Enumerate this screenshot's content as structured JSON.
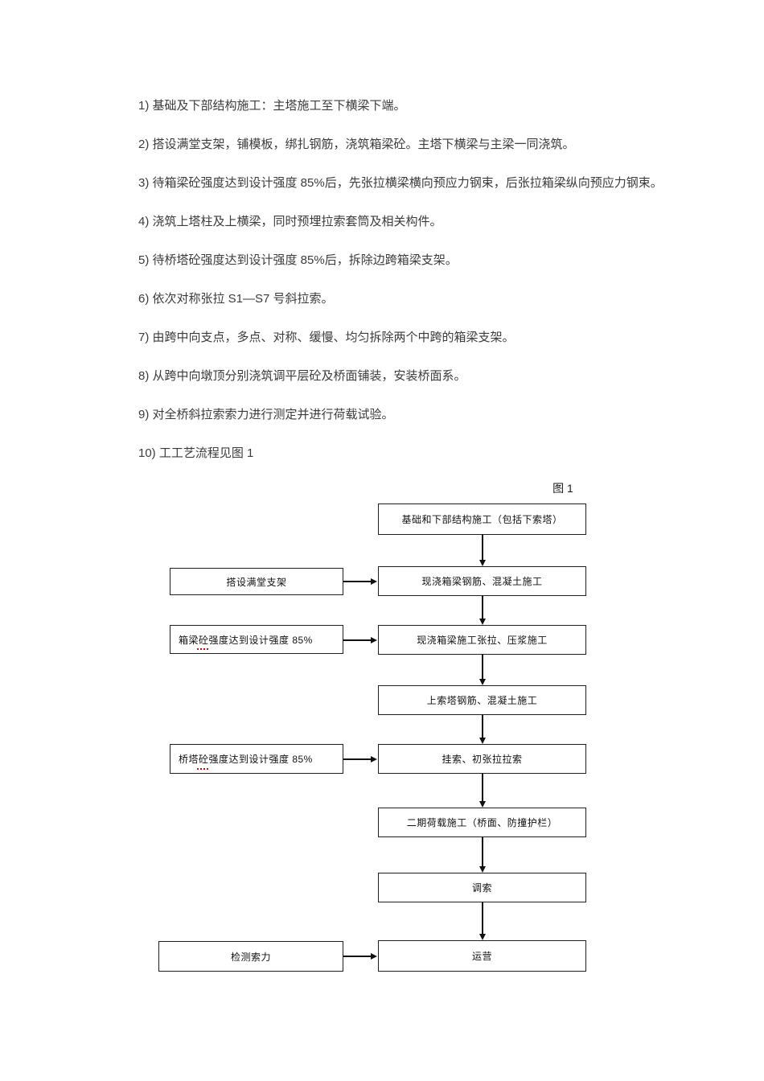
{
  "document": {
    "paragraphs": [
      "1) 基础及下部结构施工：主塔施工至下横梁下端。",
      "2) 搭设满堂支架，铺模板，绑扎钢筋，浇筑箱梁砼。主塔下横梁与主梁一同浇筑。",
      "3) 待箱梁砼强度达到设计强度 85%后，先张拉横梁横向预应力钢束，后张拉箱梁纵向预应力钢束。",
      "4) 浇筑上塔柱及上横梁，同时预埋拉索套筒及相关构件。",
      "5) 待桥塔砼强度达到设计强度 85%后，拆除边跨箱梁支架。",
      "6) 依次对称张拉 S1—S7 号斜拉索。",
      "7) 由跨中向支点，多点、对称、缓慢、均匀拆除两个中跨的箱梁支架。",
      "8) 从跨中向墩顶分别浇筑调平层砼及桥面铺装，安装桥面系。",
      "9) 对全桥斜拉索索力进行测定并进行荷载试验。",
      "10) 工工艺流程见图 1"
    ]
  },
  "flowchart": {
    "figure_label": "图 1",
    "main_boxes": [
      {
        "label": "基础和下部结构施工（包括下索塔）"
      },
      {
        "label": "现浇箱梁钢筋、混凝土施工"
      },
      {
        "label": "现浇箱梁施工张拉、压浆施工"
      },
      {
        "label": "上索塔钢筋、混凝土施工"
      },
      {
        "label": "挂索、初张拉拉索"
      },
      {
        "label": "二期荷载施工（桥面、防撞护栏）"
      },
      {
        "label": "调索"
      },
      {
        "label": "运营"
      }
    ],
    "side_boxes": [
      {
        "label": "搭设满堂支架"
      },
      {
        "label": "箱梁砼强度达到设计强度 85%"
      },
      {
        "label": "桥塔砼强度达到设计强度 85%"
      },
      {
        "label": "检测索力"
      }
    ]
  },
  "colors": {
    "body_text": "#3b3b3b",
    "box_border": "#1f1f1f",
    "arrow": "#111111",
    "spellcheck_underline": "#e00000"
  }
}
